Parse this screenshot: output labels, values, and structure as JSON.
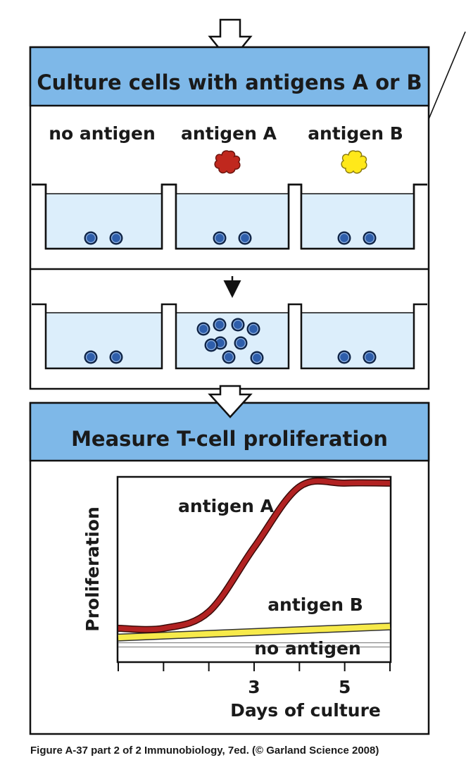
{
  "top_panel": {
    "header": "Culture cells with antigens A or B",
    "columns": [
      {
        "label": "no antigen",
        "antigen_color": null
      },
      {
        "label": "antigen A",
        "antigen_color": "#c0281e"
      },
      {
        "label": "antigen B",
        "antigen_color": "#ffe81a"
      }
    ],
    "cells_before": [
      2,
      2,
      2
    ],
    "cells_after": [
      2,
      9,
      2
    ]
  },
  "bottom_panel": {
    "header": "Measure T-cell proliferation"
  },
  "chart_data": {
    "type": "line",
    "title": "",
    "xlabel": "Days of culture",
    "ylabel": "Proliferation",
    "x_tick_labels": [
      {
        "x": 3,
        "label": "3"
      },
      {
        "x": 5,
        "label": "5"
      }
    ],
    "xlim": [
      0,
      6
    ],
    "ylim": [
      0,
      1
    ],
    "series": [
      {
        "name": "antigen A",
        "color": "#b22222",
        "x": [
          0,
          1,
          2,
          3,
          4,
          5,
          6
        ],
        "y": [
          0.18,
          0.18,
          0.27,
          0.62,
          0.95,
          0.97,
          0.97
        ]
      },
      {
        "name": "antigen B",
        "color": "#f7ea4a",
        "x": [
          0,
          6
        ],
        "y": [
          0.13,
          0.19
        ]
      },
      {
        "name": "no antigen",
        "color": "#bfbfbf",
        "x": [
          0,
          6
        ],
        "y": [
          0.09,
          0.09
        ]
      }
    ]
  },
  "colors": {
    "header_fill": "#7eb8e8",
    "medium_fill": "#dceefb",
    "cell_fill": "#2e5eab",
    "antigen_a": "#c0281e",
    "antigen_b": "#ffe81a",
    "curve_a": "#b22222",
    "band_b": "#f7ea4a"
  },
  "caption": "Figure A-37 part 2 of 2  Immunobiology, 7ed. (© Garland Science 2008)"
}
